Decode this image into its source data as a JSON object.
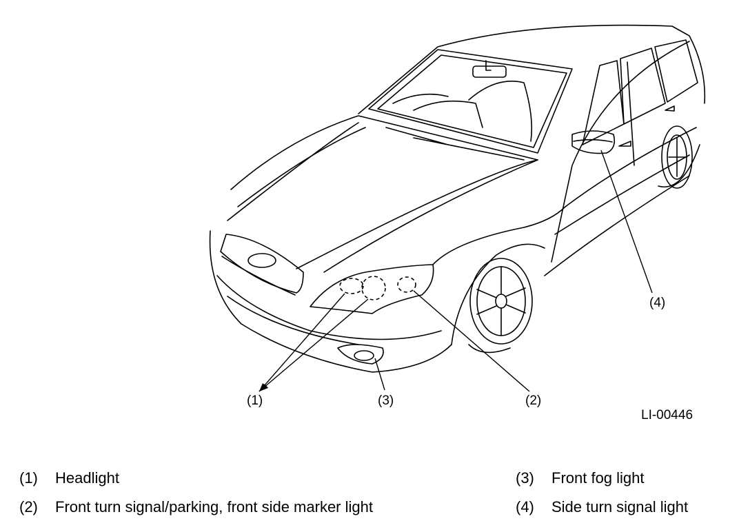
{
  "callouts": {
    "c1": "(1)",
    "c2": "(2)",
    "c3": "(3)",
    "c4": "(4)"
  },
  "figure_id": "LI-00446",
  "legend": [
    {
      "num": "(1)",
      "text": "Headlight"
    },
    {
      "num": "(2)",
      "text": "Front turn signal/parking, front side marker light"
    },
    {
      "num": "(3)",
      "text": "Front fog light"
    },
    {
      "num": "(4)",
      "text": "Side turn signal light"
    }
  ]
}
